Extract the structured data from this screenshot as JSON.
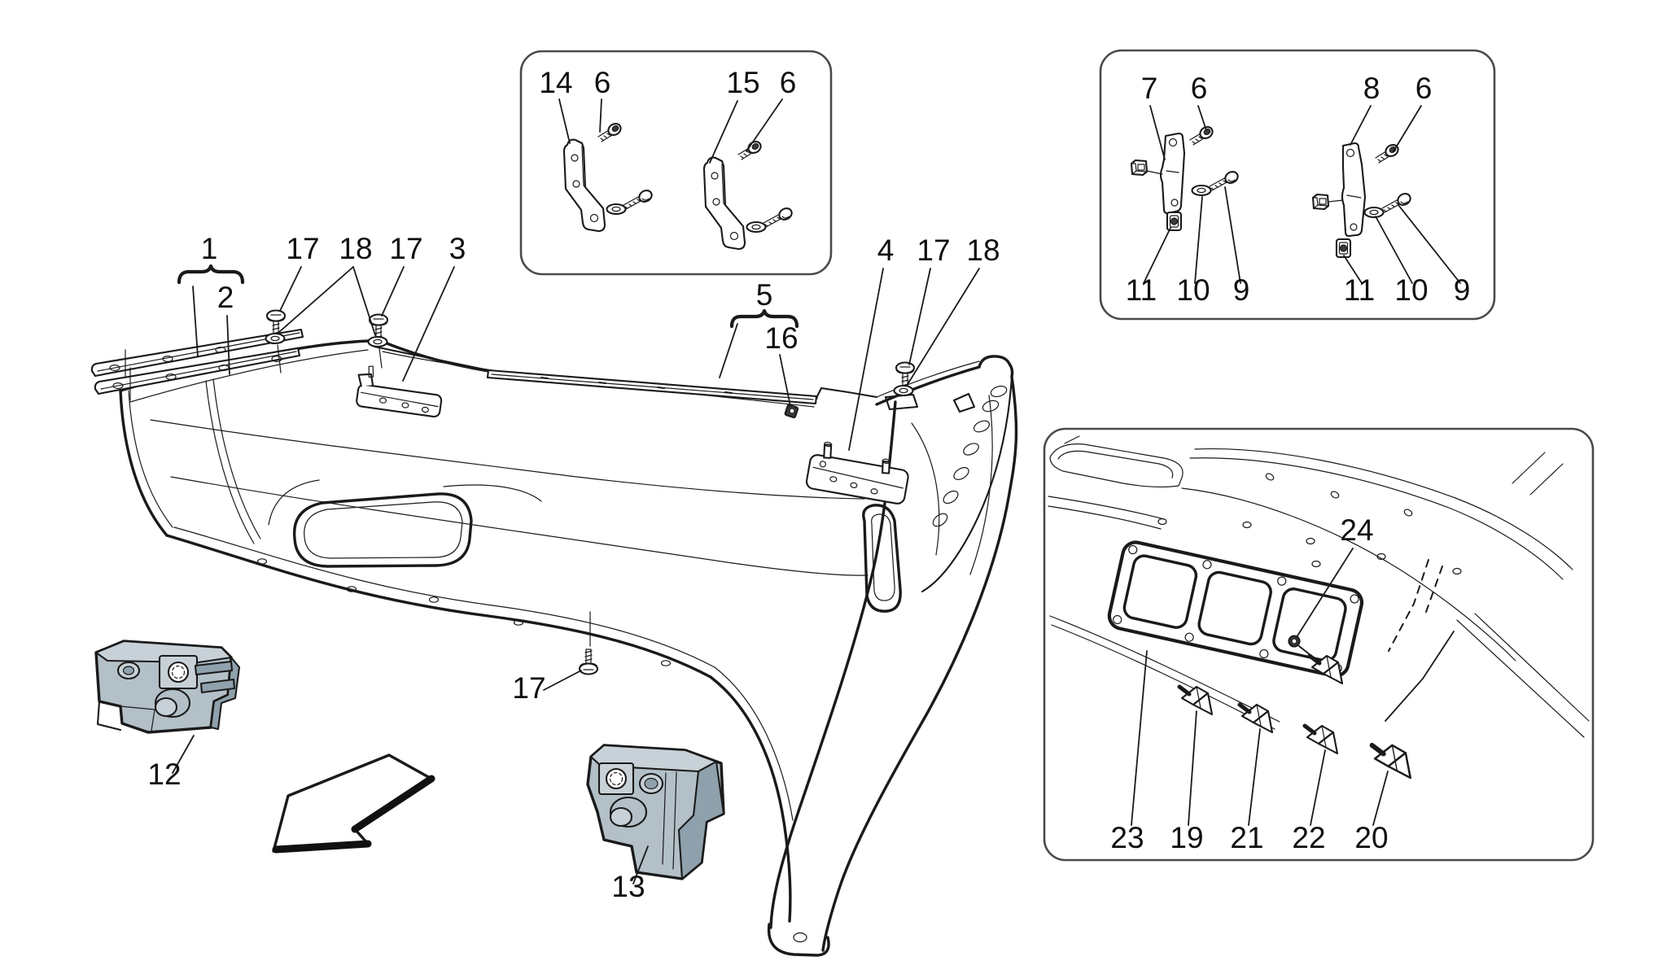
{
  "figure": {
    "kind": "exploded-parts-diagram",
    "subject": "rear bumper assembly with fixing brackets",
    "colors": {
      "background": "#ffffff",
      "line": "#1a1a1a",
      "box_border": "#4a4a4a",
      "part_fill": "#b3c0c8",
      "part_fill_light": "#c7d1d7",
      "part_fill_dark": "#8fa1ac"
    },
    "icons": {
      "direction_arrow": "thick-outline-arrow-pointing-lower-left"
    }
  },
  "main": {
    "labels": [
      {
        "text": "1"
      },
      {
        "text": "2"
      },
      {
        "text": "17"
      },
      {
        "text": "18"
      },
      {
        "text": "17"
      },
      {
        "text": "3"
      },
      {
        "text": "5"
      },
      {
        "text": "16"
      },
      {
        "text": "4"
      },
      {
        "text": "17"
      },
      {
        "text": "18"
      },
      {
        "text": "12"
      },
      {
        "text": "13"
      },
      {
        "text": "17"
      }
    ]
  },
  "insets": {
    "top_center": {
      "labels": [
        {
          "text": "14"
        },
        {
          "text": "6"
        },
        {
          "text": "15"
        },
        {
          "text": "6"
        }
      ]
    },
    "top_right": {
      "labels": [
        {
          "text": "7"
        },
        {
          "text": "6"
        },
        {
          "text": "8"
        },
        {
          "text": "6"
        },
        {
          "text": "11"
        },
        {
          "text": "10"
        },
        {
          "text": "9"
        },
        {
          "text": "11"
        },
        {
          "text": "10"
        },
        {
          "text": "9"
        }
      ]
    },
    "bottom_right": {
      "labels": [
        {
          "text": "24"
        },
        {
          "text": "23"
        },
        {
          "text": "19"
        },
        {
          "text": "21"
        },
        {
          "text": "22"
        },
        {
          "text": "20"
        }
      ]
    }
  }
}
